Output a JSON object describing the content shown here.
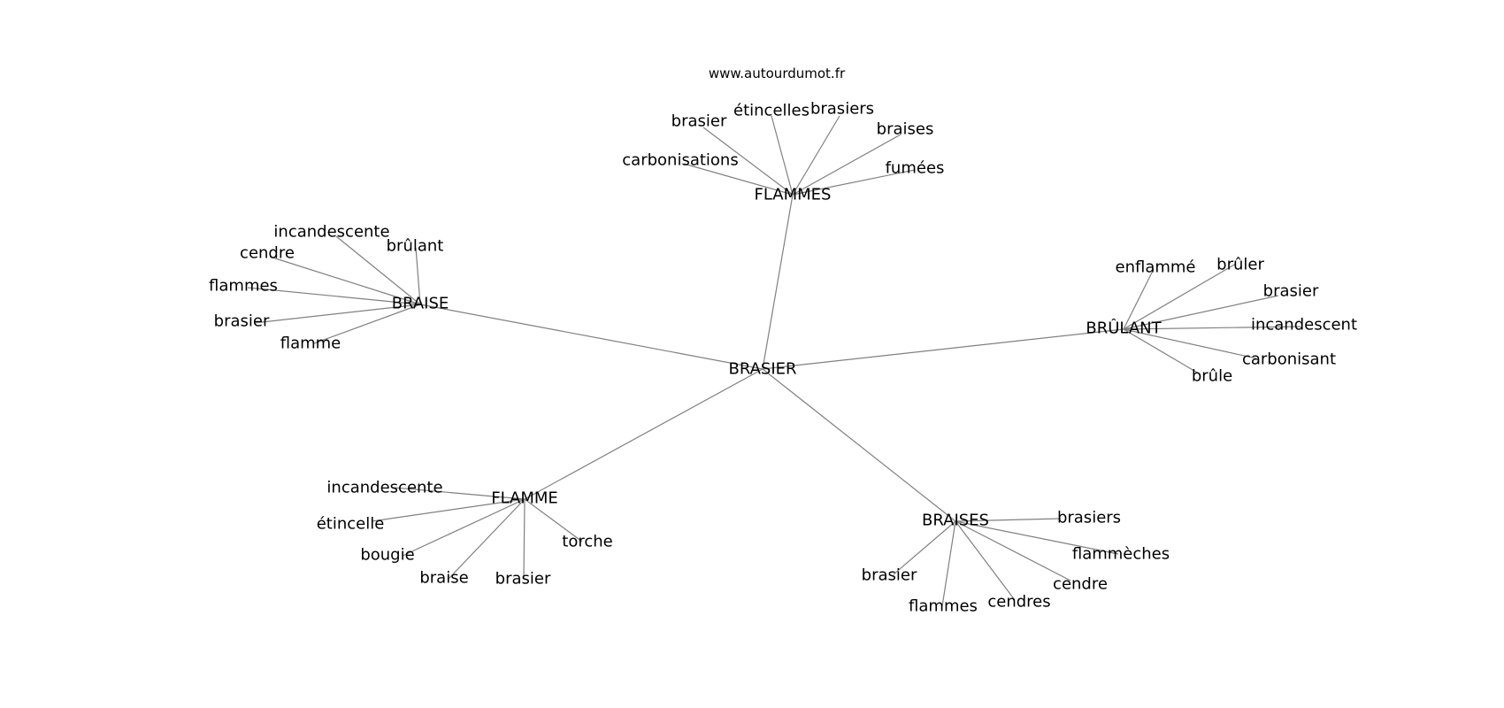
{
  "site": "www.autourdumot.fr",
  "graph": {
    "center": "BRASIER",
    "hubs": [
      {
        "word": "FLAMMES",
        "leaves": [
          "carbonisations",
          "brasier",
          "étincelles",
          "brasiers",
          "braises",
          "fumées"
        ]
      },
      {
        "word": "BRAISE",
        "leaves": [
          "incandescente",
          "brûlant",
          "cendre",
          "flammes",
          "brasier",
          "flamme"
        ]
      },
      {
        "word": "BRÛLANT",
        "leaves": [
          "enflammé",
          "brûler",
          "brasier",
          "incandescent",
          "carbonisant",
          "brûle"
        ]
      },
      {
        "word": "FLAMME",
        "leaves": [
          "incandescente",
          "étincelle",
          "bougie",
          "braise",
          "brasier",
          "torche"
        ]
      },
      {
        "word": "BRAISES",
        "leaves": [
          "brasiers",
          "flammèches",
          "cendre",
          "cendres",
          "flammes",
          "brasier"
        ]
      }
    ]
  }
}
